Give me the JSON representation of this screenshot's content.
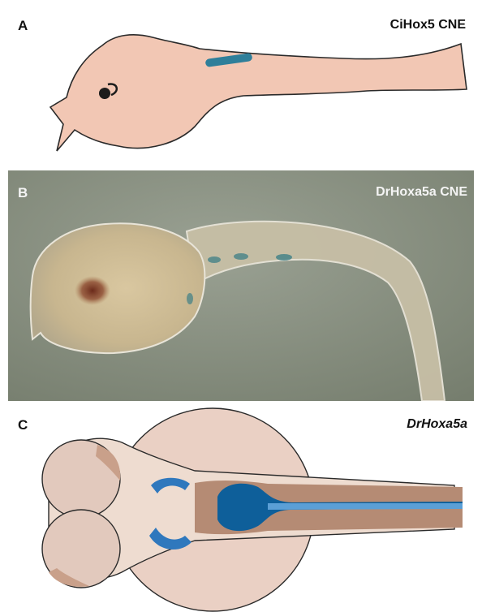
{
  "panels": [
    {
      "letter": "A",
      "title": "CiHox5 CNE"
    },
    {
      "letter": "B",
      "title": "DrHoxa5a CNE"
    },
    {
      "letter": "C",
      "title": "DrHoxa5a"
    }
  ],
  "colors": {
    "tissue_pink": "#f2c7b4",
    "outline": "#2a2a2a",
    "expression_blue": "#2f7f9a",
    "photo_bg": "#8c9484",
    "head_beige": "#ead0c4",
    "brain_tan": "#b58b74",
    "hindbrain_dark_blue": "#0e5f9a",
    "stripe_light_blue": "#5b9fd6"
  }
}
